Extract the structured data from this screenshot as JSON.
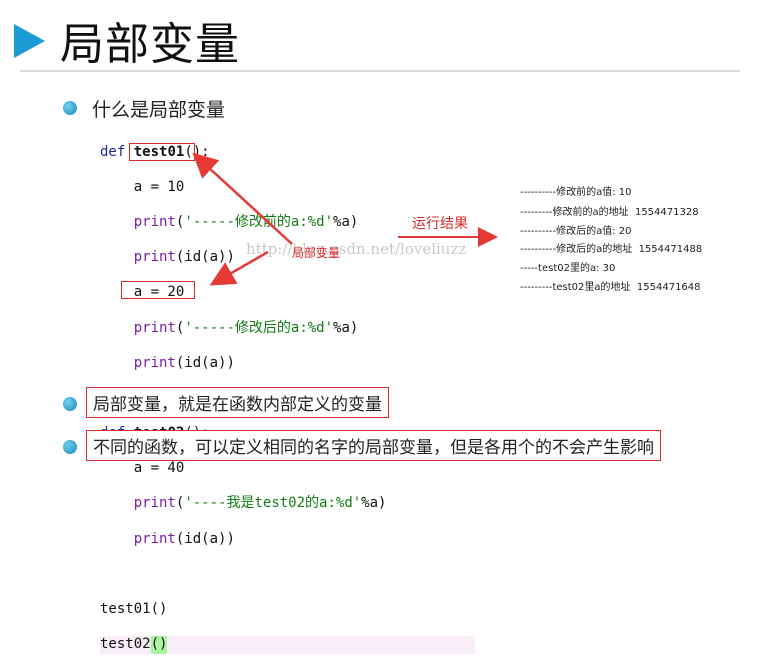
{
  "title": "局部变量",
  "bullet1": "什么是局部变量",
  "code": {
    "l1_kw": "def",
    "l1_fn": "test01",
    "l1_rest": "():",
    "l2": "a = 10",
    "l3_fn": "print",
    "l3_str": "'-----修改前的a:%d'",
    "l3_rest": "%a)",
    "l4_fn": "print",
    "l4_rest": "(id(a))",
    "l5": "a = 20",
    "l6_fn": "print",
    "l6_str": "'-----修改后的a:%d'",
    "l6_rest": "%a)",
    "l7_fn": "print",
    "l7_rest": "(id(a))",
    "l8_kw": "def",
    "l8_fn": "test02",
    "l8_rest": "():",
    "l9": "a = 40",
    "l10_fn": "print",
    "l10_str": "'----我是test02的a:%d'",
    "l10_rest": "%a)",
    "l11_fn": "print",
    "l11_rest": "(id(a))",
    "l12": "test01()",
    "l13_a": "test02",
    "l13_b": "()"
  },
  "run_label": "运行结果",
  "local_label": "局部变量",
  "watermark": "http://blog.csdn.net/loveliuzz",
  "output": [
    "----------修改前的a值: 10",
    "---------修改前的a的地址  1554471328",
    "----------修改后的a值: 20",
    "----------修改后的a的地址  1554471488",
    "-----test02里的a: 30",
    "---------test02里a的地址  1554471648"
  ],
  "bullet2": "局部变量，就是在函数内部定义的变量",
  "bullet3": "不同的函数，可以定义相同的名字的局部变量，但是各用个的不会产生影响",
  "colors": {
    "accent": "#1e9bd6",
    "annotation": "#d62b2b"
  }
}
